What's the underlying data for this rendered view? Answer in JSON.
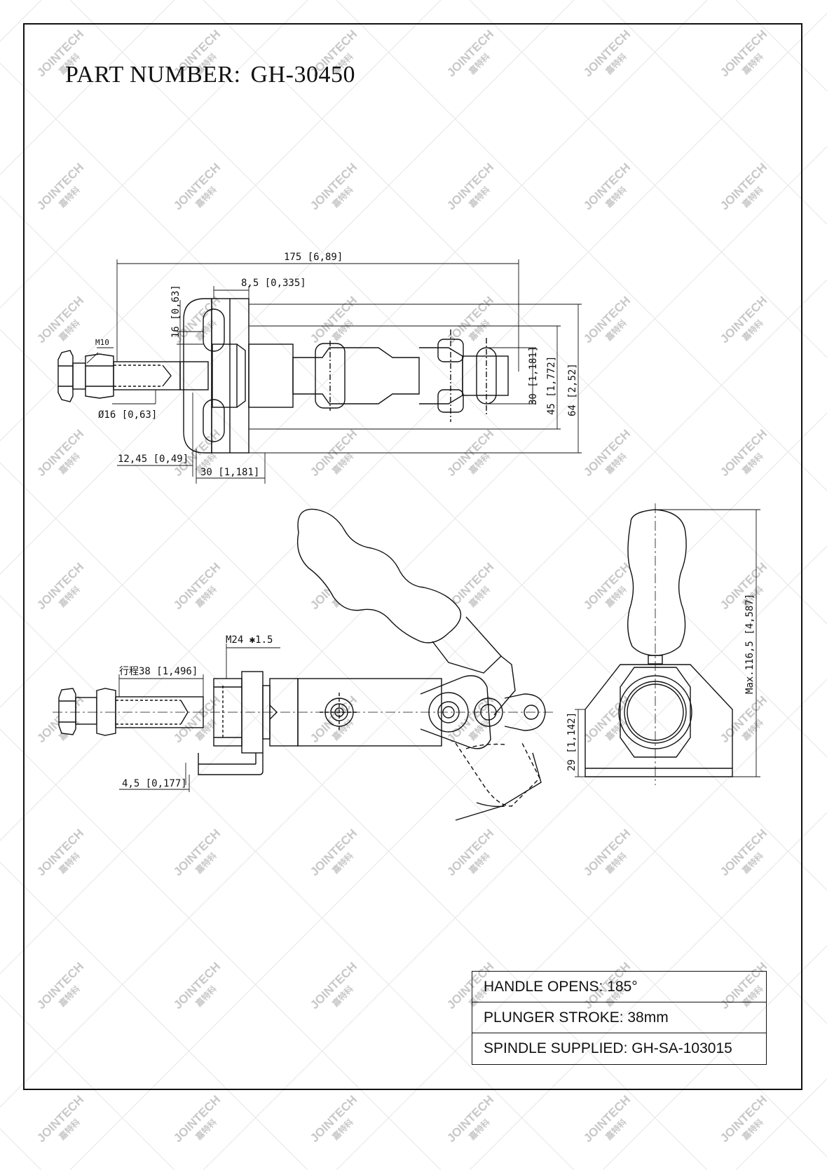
{
  "title": {
    "label": "PART NUMBER:",
    "part_number": "GH-30450"
  },
  "watermark": {
    "brand": "JOINTECH",
    "brand_cn": "嘉特科"
  },
  "top_view": {
    "dims": {
      "overall_length": "175 [6,89]",
      "flange_thickness": "8,5 [0,335]",
      "slot_width": "16 [0,63]",
      "thread": "M10",
      "plunger_dia": "Ø16 [0,63]",
      "offset": "12,45 [0,49]",
      "base_depth": "30 [1,181]",
      "height_30": "30 [1,181]",
      "height_45": "45 [1,772]",
      "height_64": "64 [2,52]"
    }
  },
  "side_view": {
    "dims": {
      "thread": "M24 ✱1.5",
      "stroke": "行程38 [1,496]",
      "plate": "4,5 [0,177]"
    }
  },
  "end_view": {
    "dims": {
      "max_height": "Max.116,5 [4,587]",
      "base_height": "29 [1,142]"
    }
  },
  "specs": [
    "HANDLE OPENS: 185°",
    "PLUNGER STROKE: 38mm",
    "SPINDLE SUPPLIED: GH-SA-103015"
  ]
}
